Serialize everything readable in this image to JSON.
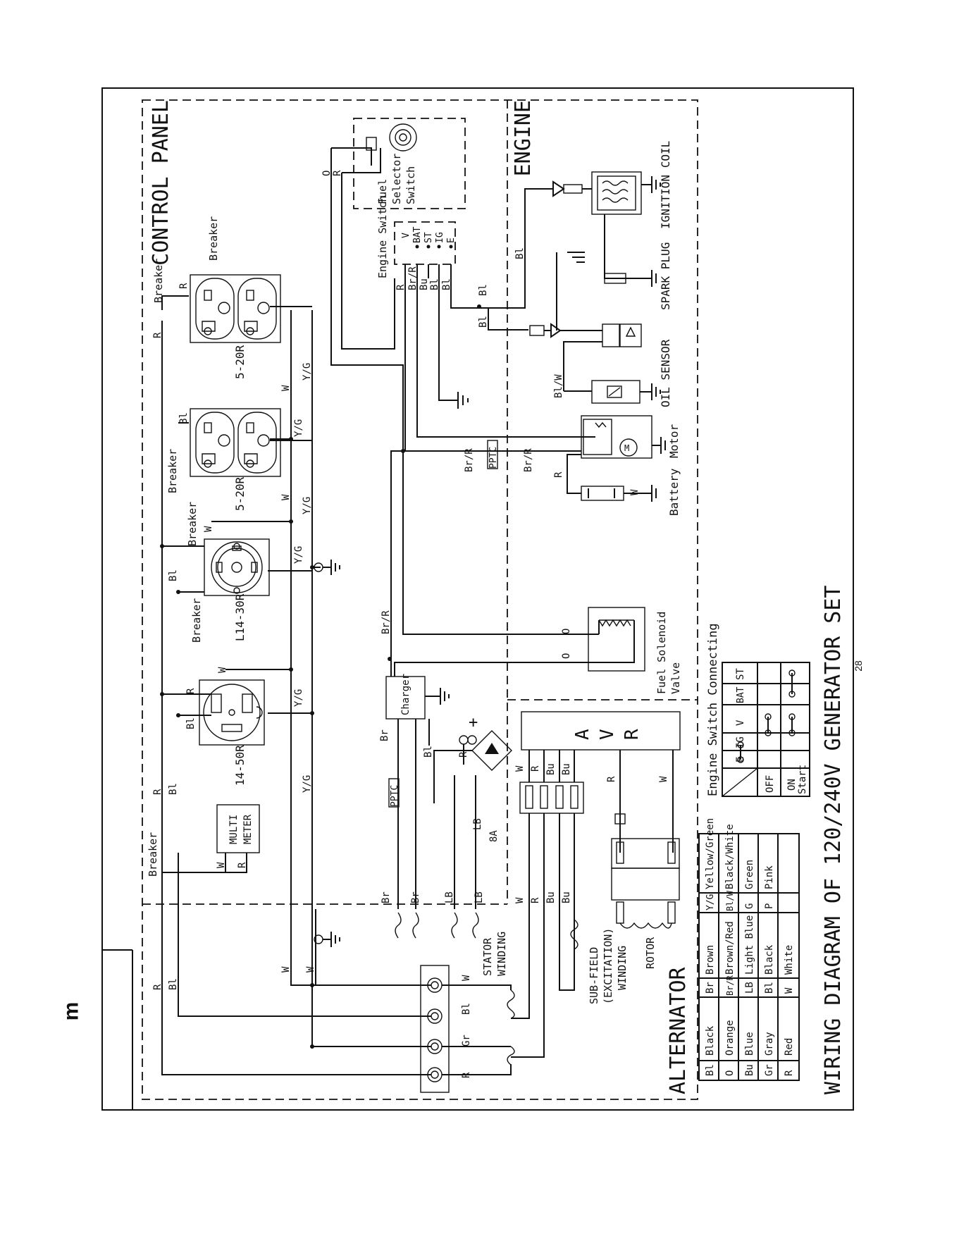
{
  "page": {
    "corner_letter": "m",
    "page_number": "28"
  },
  "diagram": {
    "title": "WIRING DIAGRAM OF 120/240V GENERATOR SET",
    "sections": {
      "control_panel": "CONTROL PANEL",
      "engine": "ENGINE",
      "alternator": "ALTERNATOR"
    },
    "labels": {
      "breaker": "Breaker",
      "receptacle_5_20r": "5-20R",
      "receptacle_l14_30r": "L14-30R",
      "receptacle_14_50r": "14-50R",
      "multimeter_line1": "MULTI",
      "multimeter_line2": "METER",
      "fuel_selector_line1": "Fuel",
      "fuel_selector_line2": "Selector",
      "fuel_selector_line3": "Switch",
      "engine_switch": "Engine Switch",
      "ignition_coil": "IGNITION COIL",
      "spark_plug": "SPARK PLUG",
      "oil_sensor": "OIL SENSOR",
      "motor": "Motor",
      "battery": "Battery",
      "fuel_solenoid_line1": "Fuel Solenoid",
      "fuel_solenoid_line2": "Valve",
      "charger": "Charger",
      "pptc": "PPTC",
      "fuse_8a": "8A",
      "avr_a": "A",
      "avr_v": "V",
      "avr_r": "R",
      "stator_line1": "STATOR",
      "stator_line2": "WINDING",
      "subfield_line1": "SUB-FIELD",
      "subfield_line2": "(EXCITATION)",
      "subfield_line3": "WINDING",
      "rotor": "ROTOR",
      "plus": "+",
      "switch_pins": [
        "V",
        "BAT",
        "ST",
        "IG",
        "E"
      ]
    },
    "wire_codes": {
      "r": "R",
      "bl": "Bl",
      "w": "W",
      "yg": "Y/G",
      "o": "O",
      "br": "Br",
      "brr": "Br/R",
      "bu": "Bu",
      "blw": "Bl/W",
      "lb": "LB",
      "gr": "Gr"
    },
    "color_legend": {
      "rows": [
        [
          "Bl",
          "Black",
          "Br",
          "Brown",
          "Y/G",
          "Yellow/Green"
        ],
        [
          "O",
          "Orange",
          "Br/R",
          "Brown/Red",
          "Bl/W",
          "Black/White"
        ],
        [
          "Bu",
          "Blue",
          "LB",
          "Light Blue",
          "G",
          "Green"
        ],
        [
          "Gr",
          "Gray",
          "Bl",
          "Black",
          "P",
          "Pink"
        ],
        [
          "R",
          "Red",
          "W",
          "White",
          "",
          ""
        ]
      ]
    },
    "switch_table": {
      "title": "Engine Switch Connecting",
      "columns": [
        "E",
        "IG",
        "V",
        "BAT",
        "ST"
      ],
      "rows": [
        "OFF",
        "ON",
        "Start"
      ]
    }
  }
}
